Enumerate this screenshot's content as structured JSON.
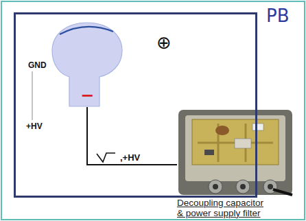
{
  "diagram": {
    "title": "PB",
    "nodes": [
      {
        "text": [
          "⊕"
        ]
      },
      {
        "text": [
          "−"
        ],
        "in": 0
      },
      {
        "text": [
          "Decoupling capacitor & power supply filter"
        ]
      }
    ],
    "edges": [
      {
        "from": 1,
        "to": 2,
        "arrow": "none",
        "label": ",+HV"
      }
    ],
    "labels": [
      "GND",
      "+HV"
    ]
  }
}
